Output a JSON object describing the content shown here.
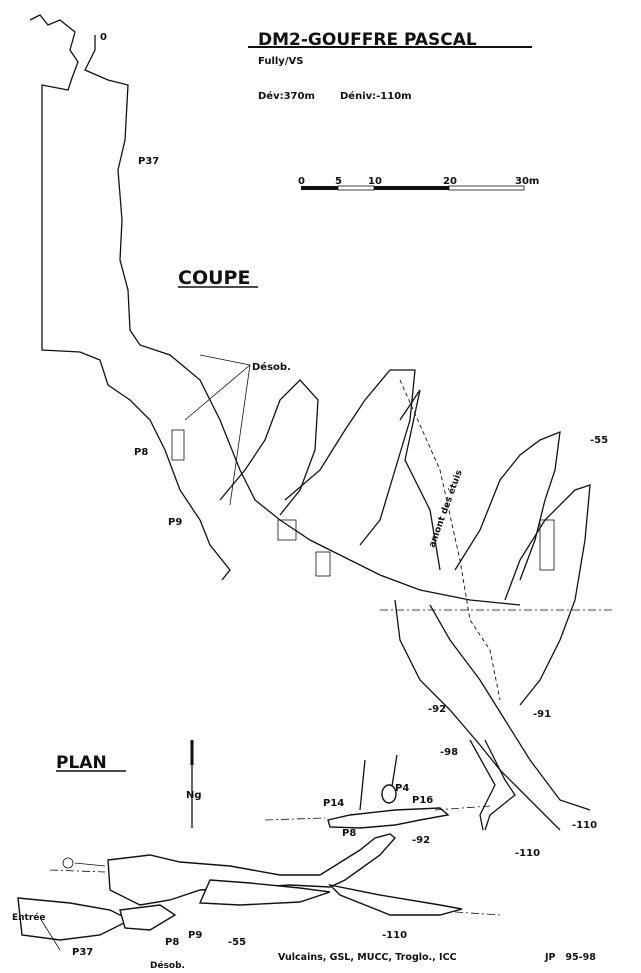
{
  "header": {
    "title": "DM2-GOUFFRE PASCAL",
    "location": "Fully/VS",
    "development": "Dév:370m",
    "depth": "Déniv:-110m"
  },
  "scale_bar": {
    "ticks": [
      "0",
      "5",
      "10",
      "20",
      "30m"
    ]
  },
  "section": {
    "title": "COUPE",
    "labels": {
      "entrance_depth": "0",
      "shaft_p37": "P37",
      "desob": "Désob.",
      "shaft_p8": "P8",
      "shaft_p9": "P9",
      "amont": "amont des étuis",
      "depth_55": "-55",
      "depth_91": "-91",
      "depth_92": "-92",
      "depth_98": "-98",
      "depth_110": "-110"
    }
  },
  "plan": {
    "title": "PLAN",
    "north": "Ng",
    "labels": {
      "p4": "P4",
      "p14": "P14",
      "p16": "P16",
      "p8_upper": "P8",
      "depth_92": "-92",
      "depth_110_right": "-110",
      "entree": "Entrée",
      "depth_55": "-55",
      "depth_110": "-110",
      "p37": "P37",
      "p8": "P8",
      "p9": "P9",
      "desob": "Désob."
    }
  },
  "footer": {
    "credits": "Vulcains, GSL, MUCC, Troglo., ICC",
    "author": "JP   95-98"
  }
}
